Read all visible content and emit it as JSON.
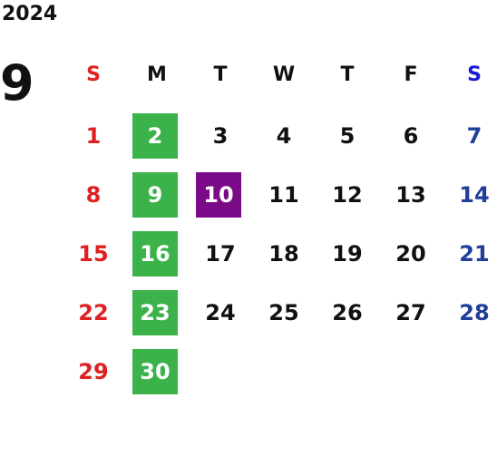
{
  "calendar": {
    "year": "2024",
    "month": "9",
    "weekdays": [
      "S",
      "M",
      "T",
      "W",
      "T",
      "F",
      "S"
    ],
    "weeks": [
      [
        "1",
        "2",
        "3",
        "4",
        "5",
        "6",
        "7"
      ],
      [
        "8",
        "9",
        "10",
        "11",
        "12",
        "13",
        "14"
      ],
      [
        "15",
        "16",
        "17",
        "18",
        "19",
        "20",
        "21"
      ],
      [
        "22",
        "23",
        "24",
        "25",
        "26",
        "27",
        "28"
      ],
      [
        "29",
        "30",
        "",
        "",
        "",
        "",
        ""
      ]
    ],
    "colors": {
      "sunday": "#e02020",
      "saturday": "#1f3f9a",
      "saturday_header": "#1a1ad4",
      "highlight_green": "#3bb34a",
      "highlight_purple": "#7a0a87"
    }
  }
}
